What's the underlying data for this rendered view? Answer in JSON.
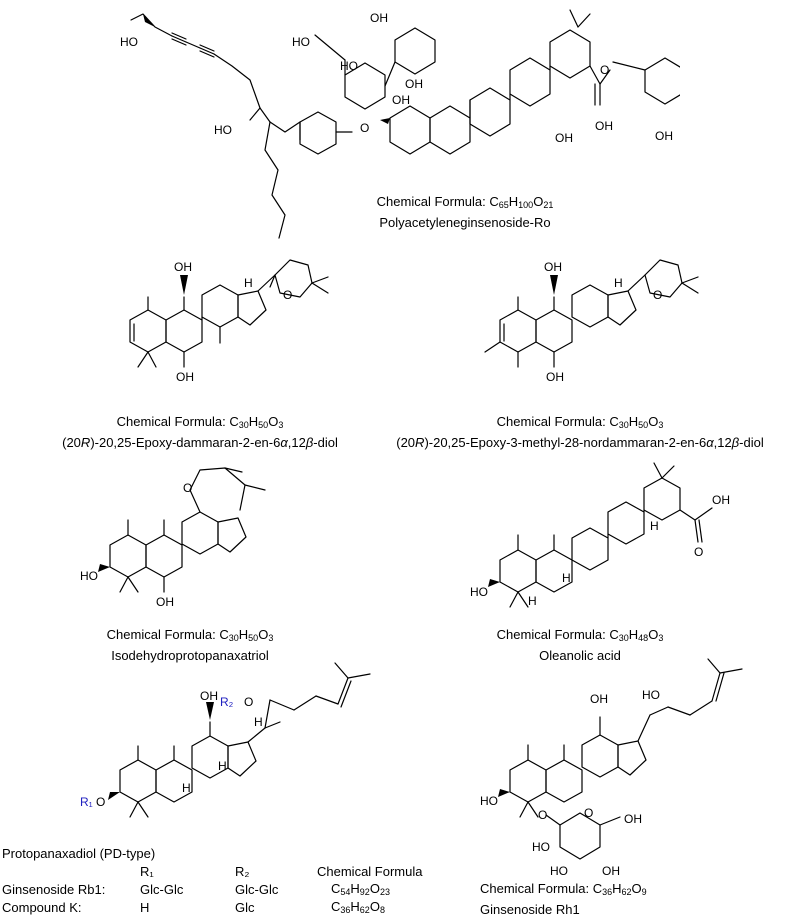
{
  "compounds": [
    {
      "formula_html": "C<sub>65</sub>H<sub>100</sub>O<sub>21</sub>",
      "name": "Polyacetyleneginsenoside-Ro"
    },
    {
      "formula_html": "C<sub>30</sub>H<sub>50</sub>O<sub>3</sub>",
      "name_html": "(20<i>R</i>)-20,25-Epoxy-dammaran-2-en-6<i>α</i>,12<i>β</i>-diol"
    },
    {
      "formula_html": "C<sub>30</sub>H<sub>50</sub>O<sub>3</sub>",
      "name_html": "(20<i>R</i>)-20,25-Epoxy-3-methyl-28-nordammaran-2-en-6<i>α</i>,12<i>β</i>-diol"
    },
    {
      "formula_html": "C<sub>30</sub>H<sub>50</sub>O<sub>3</sub>",
      "name": "Isodehydroprotopanaxatriol"
    },
    {
      "formula_html": "C<sub>30</sub>H<sub>48</sub>O<sub>3</sub>",
      "name": "Oleanolic acid"
    },
    {
      "formula_html": "C<sub>36</sub>H<sub>62</sub>O<sub>9</sub>",
      "name": "Ginsenoside Rh1"
    }
  ],
  "formula_prefix": "Chemical Formula: ",
  "atom_labels": {
    "OH": "OH",
    "HO": "HO",
    "O": "O",
    "H": "H",
    "R1": "R₁",
    "R2": "R₂",
    "R1O": "R₁O",
    "R2O": "R₂O"
  },
  "pd_table": {
    "title": "Protopanaxadiol (PD-type)",
    "headers": [
      "",
      "R₁",
      "R₂",
      "Chemical Formula"
    ],
    "rows": [
      {
        "name": "Ginsenoside Rb1:",
        "r1": "Glc-Glc",
        "r2": "Glc-Glc",
        "formula_html": "C<sub>54</sub>H<sub>92</sub>O<sub>23</sub>"
      },
      {
        "name": "Compound K:",
        "r1": "H",
        "r2": "Glc",
        "formula_html": "C<sub>36</sub>H<sub>62</sub>O<sub>8</sub>"
      }
    ]
  },
  "colors": {
    "ink": "#000000",
    "r_group": "#2020c0",
    "background": "#ffffff"
  }
}
